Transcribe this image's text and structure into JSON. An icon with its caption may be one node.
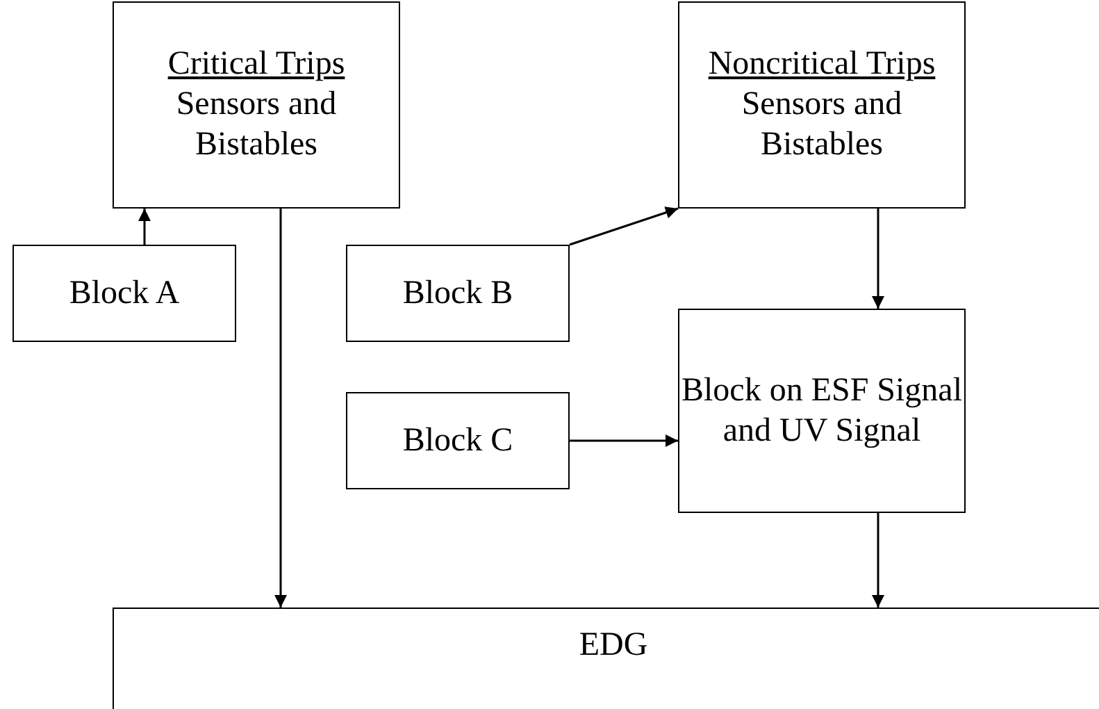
{
  "diagram": {
    "nodes": [
      {
        "text": [
          "Critical Trips",
          "Sensors and Bistables"
        ]
      },
      {
        "text": [
          "Noncritical Trips",
          "Sensors and Bistables"
        ]
      },
      {
        "text": [
          "Block A"
        ]
      },
      {
        "text": [
          "Block B"
        ]
      },
      {
        "text": [
          "Block on ESF Signal and UV Signal"
        ]
      },
      {
        "text": [
          "Block C"
        ]
      },
      {
        "text": [
          "EDG"
        ]
      }
    ],
    "edges": [
      {
        "from": 2,
        "to": 0,
        "arrow": "to"
      },
      {
        "from": 3,
        "to": 1,
        "arrow": "to"
      },
      {
        "from": 1,
        "to": 4,
        "arrow": "to"
      },
      {
        "from": 5,
        "to": 4,
        "arrow": "to"
      },
      {
        "from": 0,
        "to": 6,
        "arrow": "to"
      },
      {
        "from": 4,
        "to": 6,
        "arrow": "to"
      }
    ]
  }
}
